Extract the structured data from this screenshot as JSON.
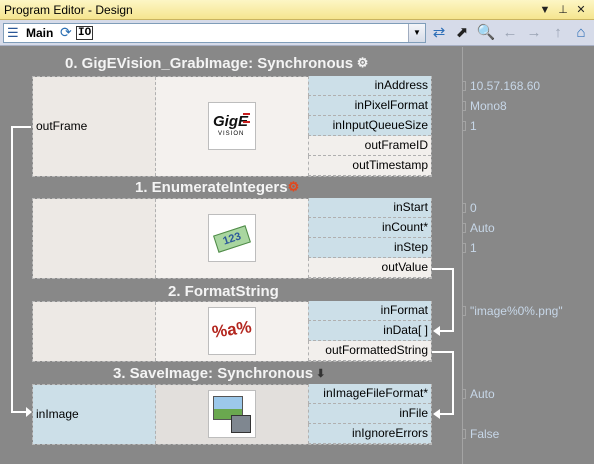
{
  "window": {
    "title": "Program Editor - Design"
  },
  "toolbar": {
    "selected_task": "Main",
    "io_label": "IO"
  },
  "nodes": [
    {
      "title": "0. GigEVision_GrabImage: Synchronous",
      "outputs_left": [
        "outFrame"
      ],
      "inputs": [
        {
          "name": "inAddress",
          "value": "10.57.168.60"
        },
        {
          "name": "inPixelFormat",
          "value": "Mono8"
        },
        {
          "name": "inInputQueueSize",
          "value": "1"
        }
      ],
      "outputs": [
        "outFrameID",
        "outTimestamp"
      ],
      "icon_text": "GigE",
      "icon_sub": "VISION"
    },
    {
      "title": "1. EnumerateIntegers",
      "inputs": [
        {
          "name": "inStart",
          "value": "0"
        },
        {
          "name": "inCount*",
          "value": "Auto"
        },
        {
          "name": "inStep",
          "value": "1"
        }
      ],
      "outputs": [
        "outValue"
      ],
      "icon_text": "123"
    },
    {
      "title": "2. FormatString",
      "inputs": [
        {
          "name": "inFormat",
          "value": "\"image%0%.png\""
        },
        {
          "name": "inData[ ]",
          "value": ""
        }
      ],
      "outputs": [
        "outFormattedString"
      ],
      "icon_text": "%a%"
    },
    {
      "title": "3. SaveImage: Synchronous",
      "inputs_left": [
        "inImage"
      ],
      "inputs": [
        {
          "name": "inImageFileFormat*",
          "value": "Auto"
        },
        {
          "name": "inFile",
          "value": ""
        },
        {
          "name": "inIgnoreErrors",
          "value": "False"
        }
      ]
    }
  ]
}
